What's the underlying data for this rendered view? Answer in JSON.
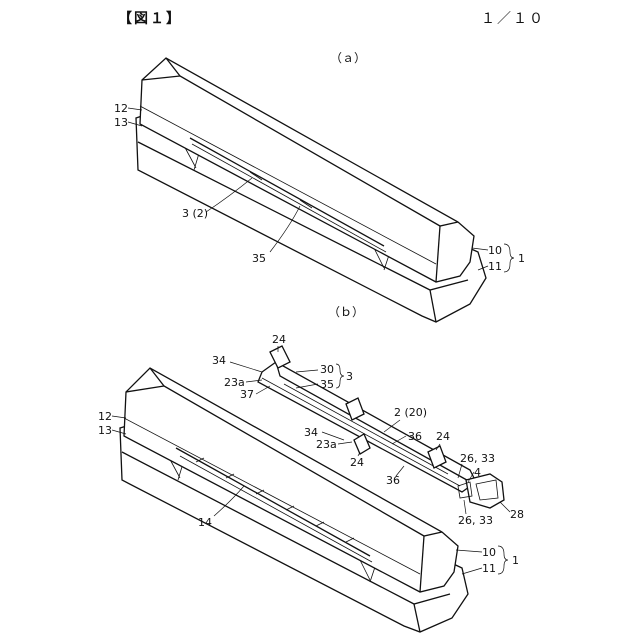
{
  "header": {
    "figure_label": "【図１】",
    "page_number": "１／１０"
  },
  "figure_a": {
    "label": "（ａ）",
    "callouts": [
      "12",
      "13",
      "3 (2)",
      "35",
      "10",
      "11",
      "1"
    ]
  },
  "figure_b": {
    "label": "（ｂ）",
    "callouts": [
      "24",
      "34",
      "23a",
      "37",
      "30",
      "35",
      "3",
      "2 (20)",
      "12",
      "13",
      "34",
      "23a",
      "36",
      "24",
      "24",
      "36",
      "26, 33",
      "4",
      "14",
      "26, 33",
      "28",
      "10",
      "11",
      "1"
    ]
  }
}
